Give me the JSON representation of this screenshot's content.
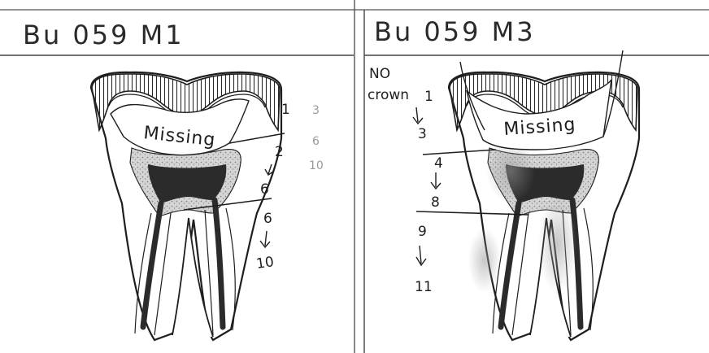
{
  "panels": [
    {
      "title": "Bu 059 M1",
      "missing": "Missing",
      "dark_labels": [
        "1",
        "2",
        "6",
        "6",
        "10"
      ],
      "faint_labels": [
        "3",
        "6",
        "10"
      ]
    },
    {
      "title": "Bu 059 M3",
      "note_line1": "NO",
      "note_line2": "crown",
      "missing": "Missing",
      "labels": [
        "1",
        "3",
        "4",
        "8",
        "9",
        "11"
      ]
    }
  ],
  "colors": {
    "ink": "#1e1e1e",
    "pulp": "#2b2b2b",
    "dentin_shade": "#c8c8c8",
    "faint_pencil": "#9a9a9a"
  }
}
